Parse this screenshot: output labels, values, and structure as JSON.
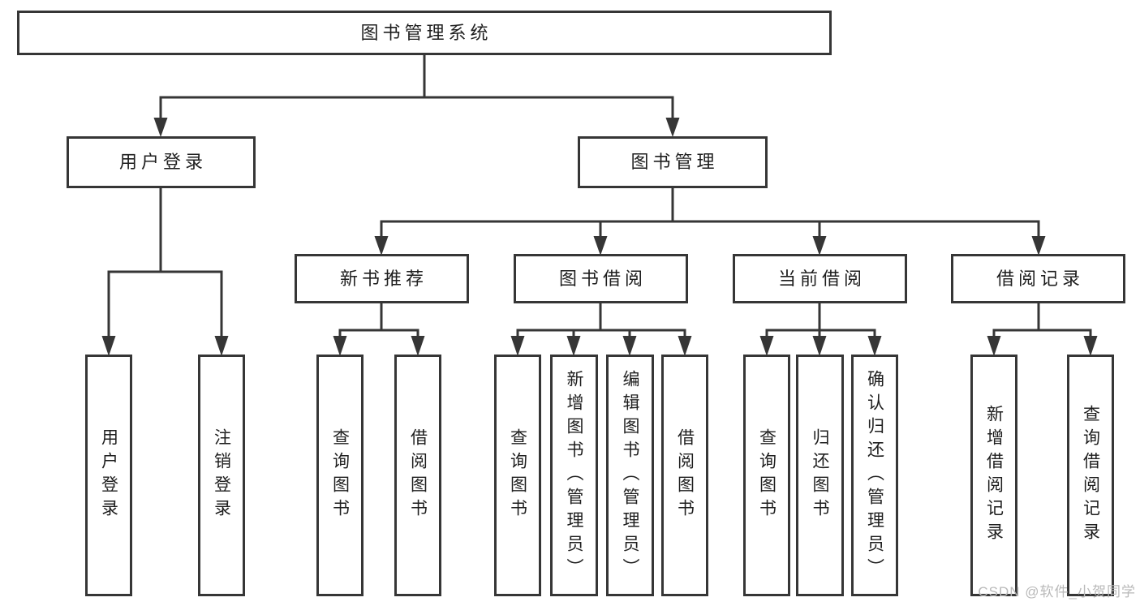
{
  "diagram": {
    "root": "图书管理系统",
    "user_login": {
      "label": "用户登录",
      "children": [
        "用户登录",
        "注销登录"
      ]
    },
    "book_management": {
      "label": "图书管理",
      "groups": [
        {
          "label": "新书推荐",
          "children": [
            "查询图书",
            "借阅图书"
          ]
        },
        {
          "label": "图书借阅",
          "children": [
            "查询图书",
            "新增图书（管理员）",
            "编辑图书（管理员）",
            "借阅图书"
          ]
        },
        {
          "label": "当前借阅",
          "children": [
            "查询图书",
            "归还图书",
            "确认归还（管理员）"
          ]
        },
        {
          "label": "借阅记录",
          "children": [
            "新增借阅记录",
            "查询借阅记录"
          ]
        }
      ]
    }
  },
  "watermark": "CSDN @软件_小贺同学",
  "colors": {
    "line": "#363636",
    "text": "#1e1e1e",
    "background": "#ffffff",
    "watermark": "#b9b9b9"
  }
}
